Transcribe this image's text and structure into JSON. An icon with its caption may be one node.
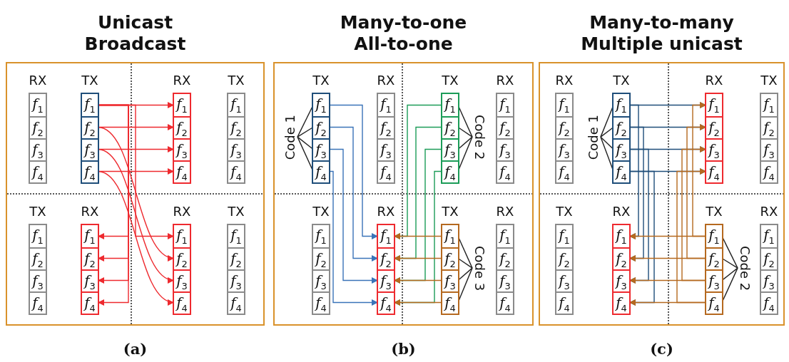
{
  "diagram": {
    "nodes": [
      {
        "text": [
          "Unicast",
          "Broadcast"
        ],
        "beside": [
          "(a)"
        ]
      },
      {
        "text": [
          "RX"
        ],
        "in": 0
      },
      {
        "text": [
          "*f*$_{1}$"
        ],
        "in": 1
      },
      {
        "text": [
          "*f*$_{2}$"
        ],
        "in": 1
      },
      {
        "text": [
          "*f*$_{3}$"
        ],
        "in": 1
      },
      {
        "text": [
          "*f*$_{4}$"
        ],
        "in": 1
      },
      {
        "text": [
          "TX"
        ],
        "in": 0
      },
      {
        "text": [
          "*f*$_{1}$"
        ],
        "in": 6
      },
      {
        "text": [
          "*f*$_{2}$"
        ],
        "in": 6
      },
      {
        "text": [
          "*f*$_{3}$"
        ],
        "in": 6
      },
      {
        "text": [
          "*f*$_{4}$"
        ],
        "in": 6
      },
      {
        "text": [
          "RX"
        ],
        "in": 0
      },
      {
        "text": [
          "*f*$_{1}$"
        ],
        "in": 11
      },
      {
        "text": [
          "*f*$_{2}$"
        ],
        "in": 11
      },
      {
        "text": [
          "*f*$_{3}$"
        ],
        "in": 11
      },
      {
        "text": [
          "*f*$_{4}$"
        ],
        "in": 11
      },
      {
        "text": [
          "TX"
        ],
        "in": 0
      },
      {
        "text": [
          "*f*$_{1}$"
        ],
        "in": 16
      },
      {
        "text": [
          "*f*$_{2}$"
        ],
        "in": 16
      },
      {
        "text": [
          "*f*$_{3}$"
        ],
        "in": 16
      },
      {
        "text": [
          "*f*$_{4}$"
        ],
        "in": 16
      },
      {
        "text": [
          "TX"
        ],
        "in": 0
      },
      {
        "text": [
          "*f*$_{1}$"
        ],
        "in": 21
      },
      {
        "text": [
          "*f*$_{2}$"
        ],
        "in": 21
      },
      {
        "text": [
          "*f*$_{3}$"
        ],
        "in": 21
      },
      {
        "text": [
          "*f*$_{4}$"
        ],
        "in": 21
      },
      {
        "text": [
          "RX"
        ],
        "in": 0
      },
      {
        "text": [
          "*f*$_{1}$"
        ],
        "in": 26
      },
      {
        "text": [
          "*f*$_{2}$"
        ],
        "in": 26
      },
      {
        "text": [
          "*f*$_{3}$"
        ],
        "in": 26
      },
      {
        "text": [
          "*f*$_{4}$"
        ],
        "in": 26
      },
      {
        "text": [
          "RX"
        ],
        "in": 0
      },
      {
        "text": [
          "*f*$_{1}$"
        ],
        "in": 31
      },
      {
        "text": [
          "*f*$_{2}$"
        ],
        "in": 31
      },
      {
        "text": [
          "*f*$_{3}$"
        ],
        "in": 31
      },
      {
        "text": [
          "*f*$_{4}$"
        ],
        "in": 31
      },
      {
        "text": [
          "TX"
        ],
        "in": 0
      },
      {
        "text": [
          "*f*$_{1}$"
        ],
        "in": 36
      },
      {
        "text": [
          "*f*$_{2}$"
        ],
        "in": 36
      },
      {
        "text": [
          "*f*$_{3}$"
        ],
        "in": 36
      },
      {
        "text": [
          "*f*$_{4}$"
        ],
        "in": 36
      },
      {
        "text": [
          "Many-to-one",
          "All-to-one"
        ],
        "beside": [
          "(b)"
        ]
      },
      {
        "text": [
          "TX"
        ],
        "in": 41
      },
      {
        "text": [
          "*f*$_{1}$"
        ],
        "in": 42
      },
      {
        "text": [
          "*f*$_{2}$"
        ],
        "in": 42
      },
      {
        "text": [
          "*f*$_{3}$"
        ],
        "in": 42
      },
      {
        "text": [
          "*f*$_{4}$"
        ],
        "in": 42
      },
      {
        "text": [
          "RX"
        ],
        "in": 41
      },
      {
        "text": [
          "*f*$_{1}$"
        ],
        "in": 47
      },
      {
        "text": [
          "*f*$_{2}$"
        ],
        "in": 47
      },
      {
        "text": [
          "*f*$_{3}$"
        ],
        "in": 47
      },
      {
        "text": [
          "*f*$_{4}$"
        ],
        "in": 47
      },
      {
        "text": [
          "TX"
        ],
        "in": 41
      },
      {
        "text": [
          "*f*$_{1}$"
        ],
        "in": 52
      },
      {
        "text": [
          "*f*$_{2}$"
        ],
        "in": 52
      },
      {
        "text": [
          "*f*$_{3}$"
        ],
        "in": 52
      },
      {
        "text": [
          "*f*$_{4}$"
        ],
        "in": 52
      },
      {
        "text": [
          "RX"
        ],
        "in": 41
      },
      {
        "text": [
          "*f*$_{1}$"
        ],
        "in": 57
      },
      {
        "text": [
          "*f*$_{2}$"
        ],
        "in": 57
      },
      {
        "text": [
          "*f*$_{3}$"
        ],
        "in": 57
      },
      {
        "text": [
          "*f*$_{4}$"
        ],
        "in": 57
      },
      {
        "text": [
          "TX"
        ],
        "in": 41
      },
      {
        "text": [
          "*f*$_{1}$"
        ],
        "in": 62
      },
      {
        "text": [
          "*f*$_{2}$"
        ],
        "in": 62
      },
      {
        "text": [
          "*f*$_{3}$"
        ],
        "in": 62
      },
      {
        "text": [
          "*f*$_{4}$"
        ],
        "in": 62
      },
      {
        "text": [
          "RX"
        ],
        "in": 41
      },
      {
        "text": [
          "*f*$_{1}$"
        ],
        "in": 67
      },
      {
        "text": [
          "*f*$_{2}$"
        ],
        "in": 67
      },
      {
        "text": [
          "*f*$_{3}$"
        ],
        "in": 67
      },
      {
        "text": [
          "*f*$_{4}$"
        ],
        "in": 67
      },
      {
        "text": [
          "TX"
        ],
        "in": 41
      },
      {
        "text": [
          "*f*$_{1}$"
        ],
        "in": 72
      },
      {
        "text": [
          "*f*$_{2}$"
        ],
        "in": 72
      },
      {
        "text": [
          "*f*$_{3}$"
        ],
        "in": 72
      },
      {
        "text": [
          "*f*$_{4}$"
        ],
        "in": 72
      },
      {
        "text": [
          "RX"
        ],
        "in": 41
      },
      {
        "text": [
          "*f*$_{1}$"
        ],
        "in": 77
      },
      {
        "text": [
          "*f*$_{2}$"
        ],
        "in": 77
      },
      {
        "text": [
          "*f*$_{3}$"
        ],
        "in": 77
      },
      {
        "text": [
          "*f*$_{4}$"
        ],
        "in": 77
      },
      {
        "text": [
          "Code 1"
        ],
        "in": 41
      },
      {
        "text": [
          "Code 2"
        ],
        "in": 41
      },
      {
        "text": [
          "Code 3"
        ],
        "in": 41
      },
      {
        "text": [
          "Many-to-many",
          "Multiple unicast"
        ],
        "beside": [
          "(c)"
        ]
      },
      {
        "text": [
          "RX"
        ],
        "in": 85
      },
      {
        "text": [
          "*f*$_{1}$"
        ],
        "in": 86
      },
      {
        "text": [
          "*f*$_{2}$"
        ],
        "in": 86
      },
      {
        "text": [
          "*f*$_{3}$"
        ],
        "in": 86
      },
      {
        "text": [
          "*f*$_{4}$"
        ],
        "in": 86
      },
      {
        "text": [
          "TX"
        ],
        "in": 85
      },
      {
        "text": [
          "*f*$_{1}$"
        ],
        "in": 91
      },
      {
        "text": [
          "*f*$_{2}$"
        ],
        "in": 91
      },
      {
        "text": [
          "*f*$_{3}$"
        ],
        "in": 91
      },
      {
        "text": [
          "*f*$_{4}$"
        ],
        "in": 91
      },
      {
        "text": [
          "RX"
        ],
        "in": 85
      },
      {
        "text": [
          "*f*$_{1}$"
        ],
        "in": 96
      },
      {
        "text": [
          "*f*$_{2}$"
        ],
        "in": 96
      },
      {
        "text": [
          "*f*$_{3}$"
        ],
        "in": 96
      },
      {
        "text": [
          "*f*$_{4}$"
        ],
        "in": 96
      },
      {
        "text": [
          "TX"
        ],
        "in": 85
      },
      {
        "text": [
          "*f*$_{1}$"
        ],
        "in": 101
      },
      {
        "text": [
          "*f*$_{2}$"
        ],
        "in": 101
      },
      {
        "text": [
          "*f*$_{3}$"
        ],
        "in": 101
      },
      {
        "text": [
          "*f*$_{4}$"
        ],
        "in": 101
      },
      {
        "text": [
          "TX"
        ],
        "in": 85
      },
      {
        "text": [
          "*f*$_{1}$"
        ],
        "in": 106
      },
      {
        "text": [
          "*f*$_{2}$"
        ],
        "in": 106
      },
      {
        "text": [
          "*f*$_{3}$"
        ],
        "in": 106
      },
      {
        "text": [
          "*f*$_{4}$"
        ],
        "in": 106
      },
      {
        "text": [
          "RX"
        ],
        "in": 85
      },
      {
        "text": [
          "*f*$_{1}$"
        ],
        "in": 111
      },
      {
        "text": [
          "*f*$_{2}$"
        ],
        "in": 111
      },
      {
        "text": [
          "*f*$_{3}$"
        ],
        "in": 111
      },
      {
        "text": [
          "*f*$_{4}$"
        ],
        "in": 111
      },
      {
        "text": [
          "TX"
        ],
        "in": 85
      },
      {
        "text": [
          "*f*$_{1}$"
        ],
        "in": 116
      },
      {
        "text": [
          "*f*$_{2}$"
        ],
        "in": 116
      },
      {
        "text": [
          "*f*$_{3}$"
        ],
        "in": 116
      },
      {
        "text": [
          "*f*$_{4}$"
        ],
        "in": 116
      },
      {
        "text": [
          "RX"
        ],
        "in": 85
      },
      {
        "text": [
          "*f*$_{1}$"
        ],
        "in": 121
      },
      {
        "text": [
          "*f*$_{2}$"
        ],
        "in": 121
      },
      {
        "text": [
          "*f*$_{3}$"
        ],
        "in": 121
      },
      {
        "text": [
          "*f*$_{4}$"
        ],
        "in": 121
      },
      {
        "text": [
          "Code 1"
        ],
        "in": 85
      },
      {
        "text": [
          "Code 2"
        ],
        "in": 85
      }
    ],
    "edges": [
      {
        "from": 7,
        "to": 12,
        "arrow": "to",
        "color": "#ee2a2f"
      },
      {
        "from": 8,
        "to": 13,
        "arrow": "to",
        "color": "#ee2a2f"
      },
      {
        "from": 9,
        "to": 14,
        "arrow": "to",
        "color": "#ee2a2f"
      },
      {
        "from": 10,
        "to": 15,
        "arrow": "to",
        "color": "#ee2a2f"
      },
      {
        "from": 7,
        "to": 32,
        "arrow": "to",
        "color": "#ee2a2f"
      },
      {
        "from": 8,
        "to": 33,
        "arrow": "to",
        "color": "#ee2a2f"
      },
      {
        "from": 9,
        "to": 34,
        "arrow": "to",
        "color": "#ee2a2f"
      },
      {
        "from": 10,
        "to": 35,
        "arrow": "to",
        "color": "#ee2a2f"
      },
      {
        "from": 7,
        "to": 27,
        "arrow": "to",
        "color": "#ee2a2f"
      },
      {
        "from": 7,
        "to": 28,
        "arrow": "to",
        "color": "#ee2a2f"
      },
      {
        "from": 7,
        "to": 29,
        "arrow": "to",
        "color": "#ee2a2f"
      },
      {
        "from": 7,
        "to": 30,
        "arrow": "to",
        "color": "#ee2a2f"
      },
      {
        "from": 43,
        "to": 68,
        "arrow": "to",
        "color": "#3a73b8"
      },
      {
        "from": 44,
        "to": 69,
        "arrow": "to",
        "color": "#3a73b8"
      },
      {
        "from": 45,
        "to": 70,
        "arrow": "to",
        "color": "#3a73b8"
      },
      {
        "from": 46,
        "to": 71,
        "arrow": "to",
        "color": "#3a73b8"
      },
      {
        "from": 53,
        "to": 68,
        "arrow": "to",
        "color": "#1c9c58"
      },
      {
        "from": 54,
        "to": 69,
        "arrow": "to",
        "color": "#1c9c58"
      },
      {
        "from": 55,
        "to": 70,
        "arrow": "to",
        "color": "#1c9c58"
      },
      {
        "from": 56,
        "to": 71,
        "arrow": "to",
        "color": "#1c9c58"
      },
      {
        "from": 73,
        "to": 68,
        "arrow": "to",
        "color": "#b5691f"
      },
      {
        "from": 74,
        "to": 69,
        "arrow": "to",
        "color": "#b5691f"
      },
      {
        "from": 75,
        "to": 70,
        "arrow": "to",
        "color": "#b5691f"
      },
      {
        "from": 76,
        "to": 71,
        "arrow": "to",
        "color": "#b5691f"
      },
      {
        "from": 92,
        "to": 97,
        "arrow": "to",
        "color": "#1f4e7a"
      },
      {
        "from": 93,
        "to": 98,
        "arrow": "to",
        "color": "#1f4e7a"
      },
      {
        "from": 94,
        "to": 99,
        "arrow": "to",
        "color": "#1f4e7a"
      },
      {
        "from": 95,
        "to": 100,
        "arrow": "to",
        "color": "#1f4e7a"
      },
      {
        "from": 92,
        "to": 112,
        "arrow": "to",
        "color": "#1f4e7a"
      },
      {
        "from": 93,
        "to": 113,
        "arrow": "to",
        "color": "#1f4e7a"
      },
      {
        "from": 94,
        "to": 114,
        "arrow": "to",
        "color": "#1f4e7a"
      },
      {
        "from": 95,
        "to": 115,
        "arrow": "to",
        "color": "#1f4e7a"
      },
      {
        "from": 117,
        "to": 112,
        "arrow": "to",
        "color": "#b5691f"
      },
      {
        "from": 118,
        "to": 113,
        "arrow": "to",
        "color": "#b5691f"
      },
      {
        "from": 119,
        "to": 114,
        "arrow": "to",
        "color": "#b5691f"
      },
      {
        "from": 120,
        "to": 115,
        "arrow": "to",
        "color": "#b5691f"
      },
      {
        "from": 117,
        "to": 97,
        "arrow": "to",
        "color": "#b5691f"
      },
      {
        "from": 118,
        "to": 98,
        "arrow": "to",
        "color": "#b5691f"
      },
      {
        "from": 119,
        "to": 99,
        "arrow": "to",
        "color": "#b5691f"
      },
      {
        "from": 120,
        "to": 100,
        "arrow": "to",
        "color": "#b5691f"
      },
      {
        "from": 82,
        "to": 43,
        "arrow": "none"
      },
      {
        "from": 82,
        "to": 44,
        "arrow": "none"
      },
      {
        "from": 82,
        "to": 45,
        "arrow": "none"
      },
      {
        "from": 82,
        "to": 46,
        "arrow": "none"
      },
      {
        "from": 83,
        "to": 53,
        "arrow": "none"
      },
      {
        "from": 83,
        "to": 54,
        "arrow": "none"
      },
      {
        "from": 83,
        "to": 55,
        "arrow": "none"
      },
      {
        "from": 83,
        "to": 56,
        "arrow": "none"
      },
      {
        "from": 84,
        "to": 73,
        "arrow": "none"
      },
      {
        "from": 84,
        "to": 74,
        "arrow": "none"
      },
      {
        "from": 84,
        "to": 75,
        "arrow": "none"
      },
      {
        "from": 84,
        "to": 76,
        "arrow": "none"
      },
      {
        "from": 126,
        "to": 92,
        "arrow": "none"
      },
      {
        "from": 126,
        "to": 93,
        "arrow": "none"
      },
      {
        "from": 126,
        "to": 94,
        "arrow": "none"
      },
      {
        "from": 126,
        "to": 95,
        "arrow": "none"
      },
      {
        "from": 127,
        "to": 117,
        "arrow": "none"
      },
      {
        "from": 127,
        "to": 118,
        "arrow": "none"
      },
      {
        "from": 127,
        "to": 119,
        "arrow": "none"
      },
      {
        "from": 127,
        "to": 120,
        "arrow": "none"
      }
    ]
  }
}
